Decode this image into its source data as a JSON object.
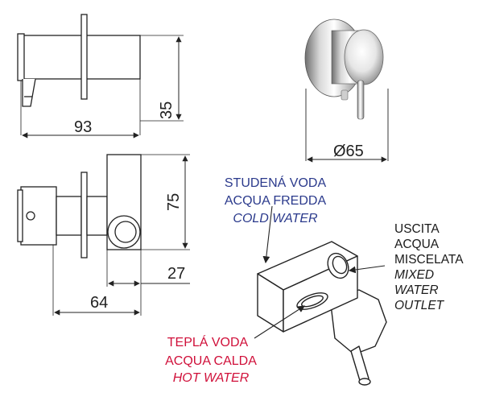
{
  "dimensions": {
    "width_93": "93",
    "height_35": "35",
    "diameter_65": "Ø65",
    "height_75": "75",
    "depth_27": "27",
    "depth_64": "64"
  },
  "cold_water": {
    "line1": "STUDENÁ VODA",
    "line2": "ACQUA FREDDA",
    "line3": "COLD WATER"
  },
  "hot_water": {
    "line1": "TEPLÁ VODA",
    "line2": "ACQUA CALDA",
    "line3": "HOT WATER"
  },
  "outlet": {
    "line1": "USCITA",
    "line2": "ACQUA",
    "line3": "MISCELATA",
    "line4": "MIXED",
    "line5": "WATER",
    "line6": "OUTLET"
  },
  "colors": {
    "cold_label": "#2b3a8c",
    "hot_label": "#d0103a",
    "line": "#222222"
  }
}
